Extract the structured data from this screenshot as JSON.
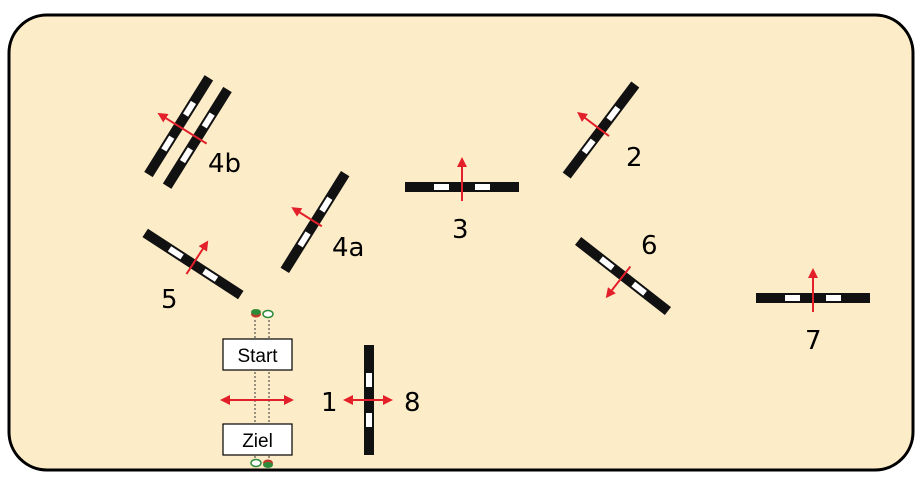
{
  "colors": {
    "arena_fill": "#fdecc8",
    "arena_border": "#000000",
    "pole_black": "#111111",
    "pole_white": "#ffffff",
    "arrow": "#e3202a",
    "marker_red": "#c0392b",
    "marker_green": "#2e8b3a"
  },
  "obstacles": [
    {
      "id": "1-8",
      "labels": [
        "1",
        "8"
      ],
      "direction": "both"
    },
    {
      "id": "2",
      "labels": [
        "2"
      ],
      "direction": "one-way"
    },
    {
      "id": "3",
      "labels": [
        "3"
      ],
      "direction": "one-way"
    },
    {
      "id": "4a",
      "labels": [
        "4a"
      ],
      "direction": "one-way"
    },
    {
      "id": "4b",
      "labels": [
        "4b"
      ],
      "direction": "one-way"
    },
    {
      "id": "5",
      "labels": [
        "5"
      ],
      "direction": "one-way"
    },
    {
      "id": "6",
      "labels": [
        "6"
      ],
      "direction": "one-way"
    },
    {
      "id": "7",
      "labels": [
        "7"
      ],
      "direction": "one-way"
    }
  ],
  "start_label": "Start",
  "finish_label": "Ziel"
}
